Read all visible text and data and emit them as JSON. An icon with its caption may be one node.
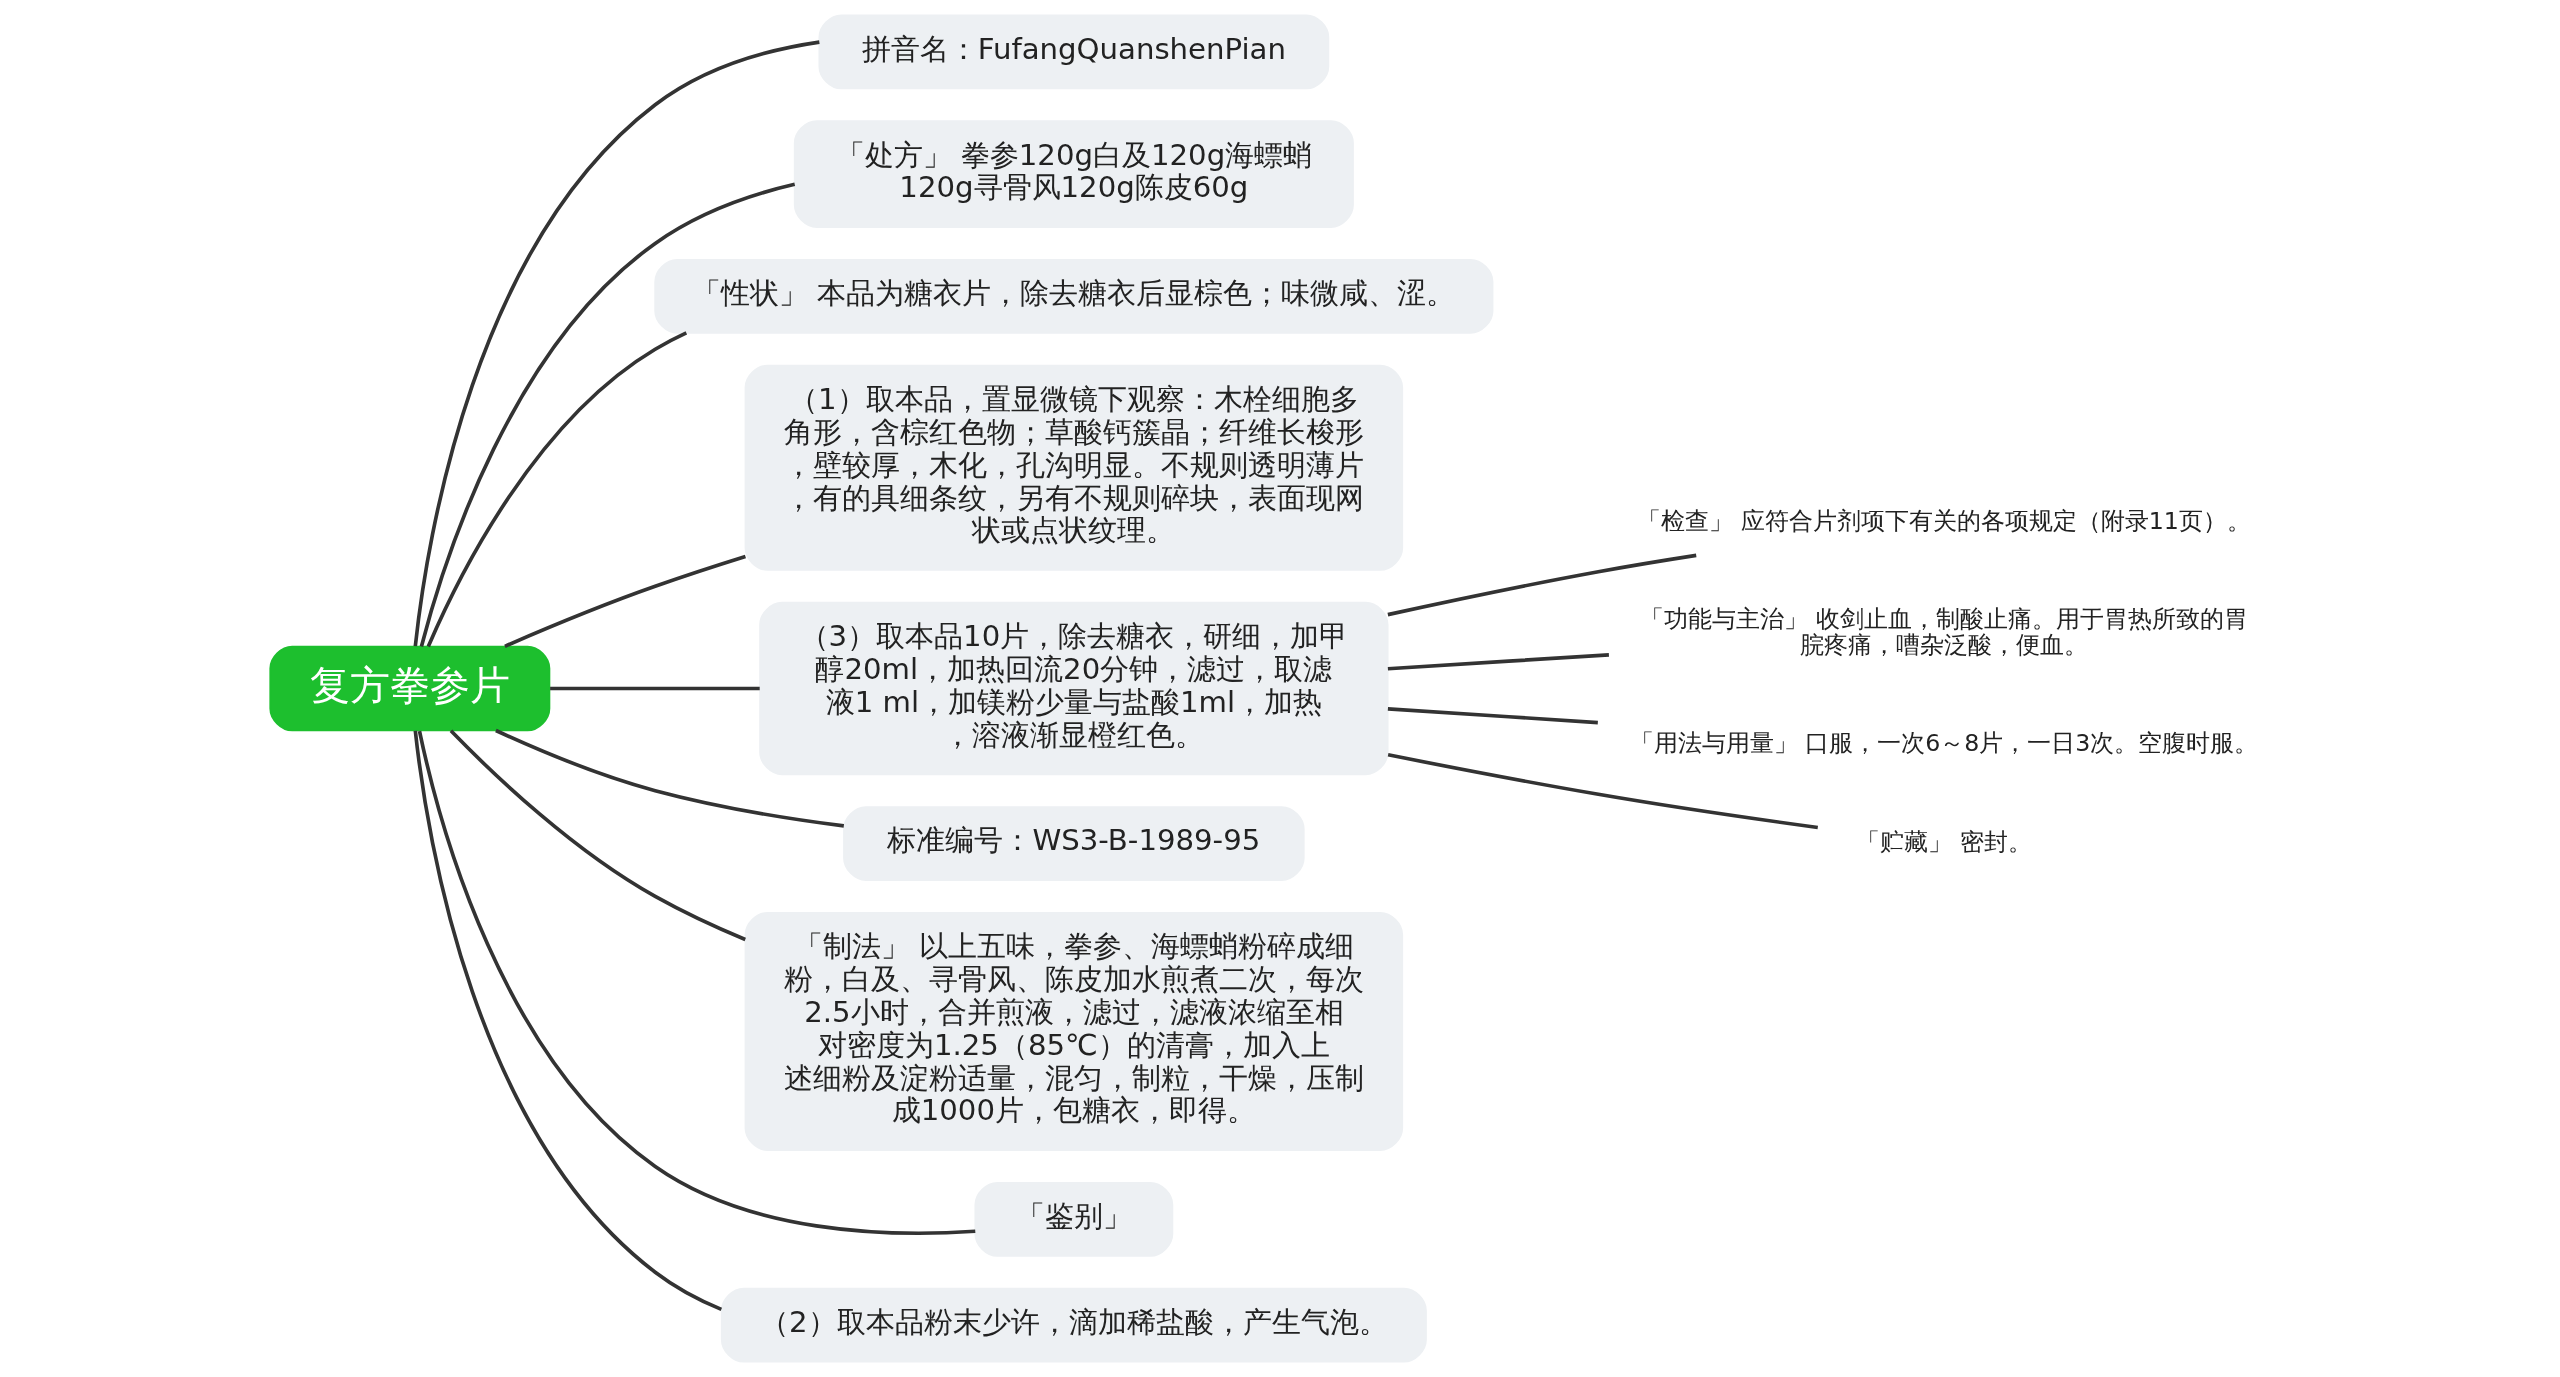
{
  "diagram": {
    "nodes": [
      {
        "text": [
          "复方拳参片"
        ]
      },
      {
        "text": [
          "拼音名：FufangQuanshenPian"
        ]
      },
      {
        "text": [
          "「处方」 拳参120g白及120g海螵蛸120g寻骨风120g陈皮60g"
        ]
      },
      {
        "text": [
          "「性状」 本品为糖衣片，除去糖衣后显棕色；味微咸、涩。"
        ]
      },
      {
        "text": [
          "（1）取本品，置显微镜下观察：木栓细胞多角形，含棕红色物；草酸钙簇晶；纤维长梭形，壁较厚，木化，孔沟明显。不规则透明薄片，有的具细条纹，另有不规则碎块，表面现网状或点状纹理。"
        ]
      },
      {
        "text": [
          "（3）取本品10片，除去糖衣，研细，加甲醇20ml，加热回流20分钟，滤过，取滤液1 ml，加镁粉少量与盐酸1ml，加热，溶液渐显橙红色。"
        ]
      },
      {
        "text": [
          "标准编号：WS3-B-1989-95"
        ]
      },
      {
        "text": [
          "「制法」 以上五味，拳参、海螵蛸粉碎成细粉，白及、寻骨风、陈皮加水煎煮二次，每次2.5小时，合并煎液，滤过，滤液浓缩至相对密度为1.25（85℃）的清膏，加入上述细粉及淀粉适量，混匀，制粒，干燥，压制成1000片，包糖衣，即得。"
        ]
      },
      {
        "text": [
          "「鉴别」"
        ]
      },
      {
        "text": [
          "（2）取本品粉末少许，滴加稀盐酸，产生气泡。"
        ]
      },
      {
        "text": [
          "「检查」 应符合片剂项下有关的各项规定（附录11页）。"
        ]
      },
      {
        "text": [
          "「功能与主治」 收剑止血，制酸止痛。用于胃热所致的胃脘疼痛，嘈杂泛酸，便血。"
        ]
      },
      {
        "text": [
          "「用法与用量」 口服，一次6～8片，一日3次。空腹时服。"
        ]
      },
      {
        "text": [
          "「贮藏」 密封。"
        ]
      }
    ],
    "edges": [
      {
        "from": 0,
        "to": 1,
        "arrow": "none"
      },
      {
        "from": 0,
        "to": 2,
        "arrow": "none"
      },
      {
        "from": 0,
        "to": 3,
        "arrow": "none"
      },
      {
        "from": 0,
        "to": 4,
        "arrow": "none"
      },
      {
        "from": 0,
        "to": 5,
        "arrow": "none"
      },
      {
        "from": 0,
        "to": 6,
        "arrow": "none"
      },
      {
        "from": 0,
        "to": 7,
        "arrow": "none"
      },
      {
        "from": 0,
        "to": 8,
        "arrow": "none"
      },
      {
        "from": 0,
        "to": 9,
        "arrow": "none"
      },
      {
        "from": 5,
        "to": 10,
        "arrow": "none"
      },
      {
        "from": 5,
        "to": 11,
        "arrow": "none"
      },
      {
        "from": 5,
        "to": 12,
        "arrow": "none"
      },
      {
        "from": 5,
        "to": 13,
        "arrow": "none"
      }
    ]
  }
}
